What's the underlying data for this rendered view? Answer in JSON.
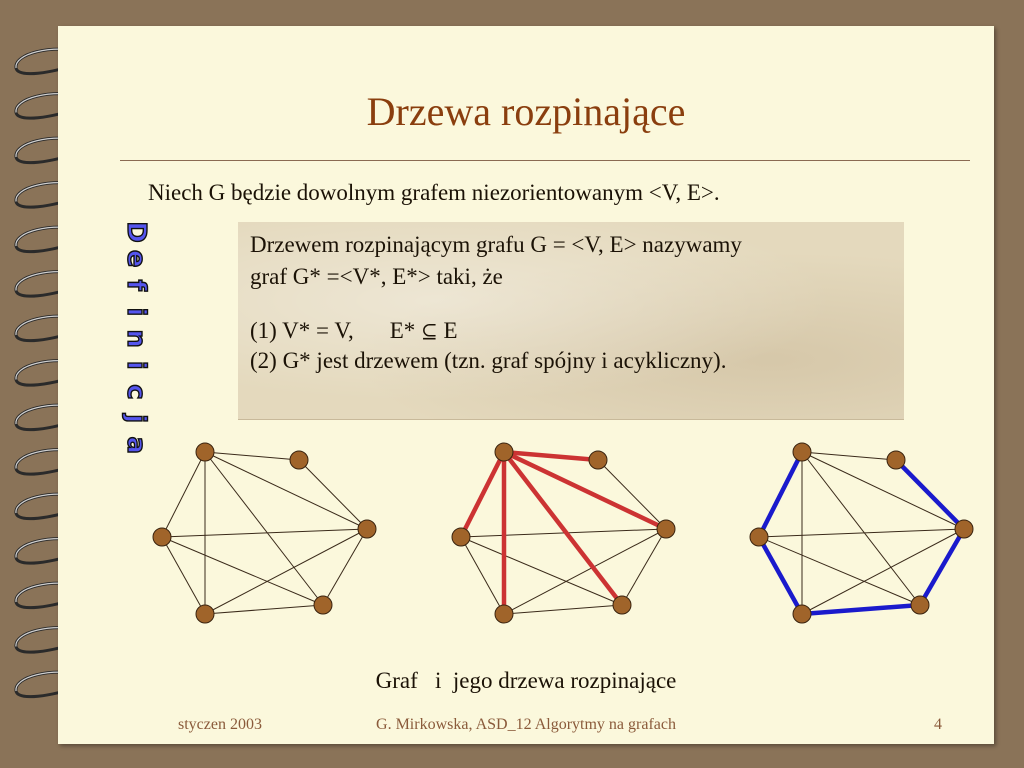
{
  "slide": {
    "title": "Drzewa rozpinające",
    "intro": "Niech G będzie dowolnym grafem niezorientowanym  <V, E>.",
    "side_word": "Definicja",
    "definition": {
      "line1": "Drzewem rozpinającym grafu G = <V, E> nazywamy",
      "line2": "graf G* =<V*, E*> taki, że",
      "cond1_a": "(1)  V* = V,",
      "cond1_b": "E* ",
      "subset_symbol": "⊆",
      "cond1_c": " E",
      "cond2": "(2)   G* jest drzewem (tzn. graf spójny i acykliczny)."
    },
    "caption": "Graf   i  jego drzewa rozpinające",
    "footer": {
      "date": "styczen 2003",
      "center": "G. Mirkowska, ASD_12  Algorytmy  na grafach",
      "page": "4"
    }
  },
  "colors": {
    "title": "#8a3e0e",
    "node_fill": "#a0642a",
    "edge": "#3a2a1a",
    "tree_red": "#cc3333",
    "tree_blue": "#1a1acc",
    "side_word": "#5555ee"
  }
}
